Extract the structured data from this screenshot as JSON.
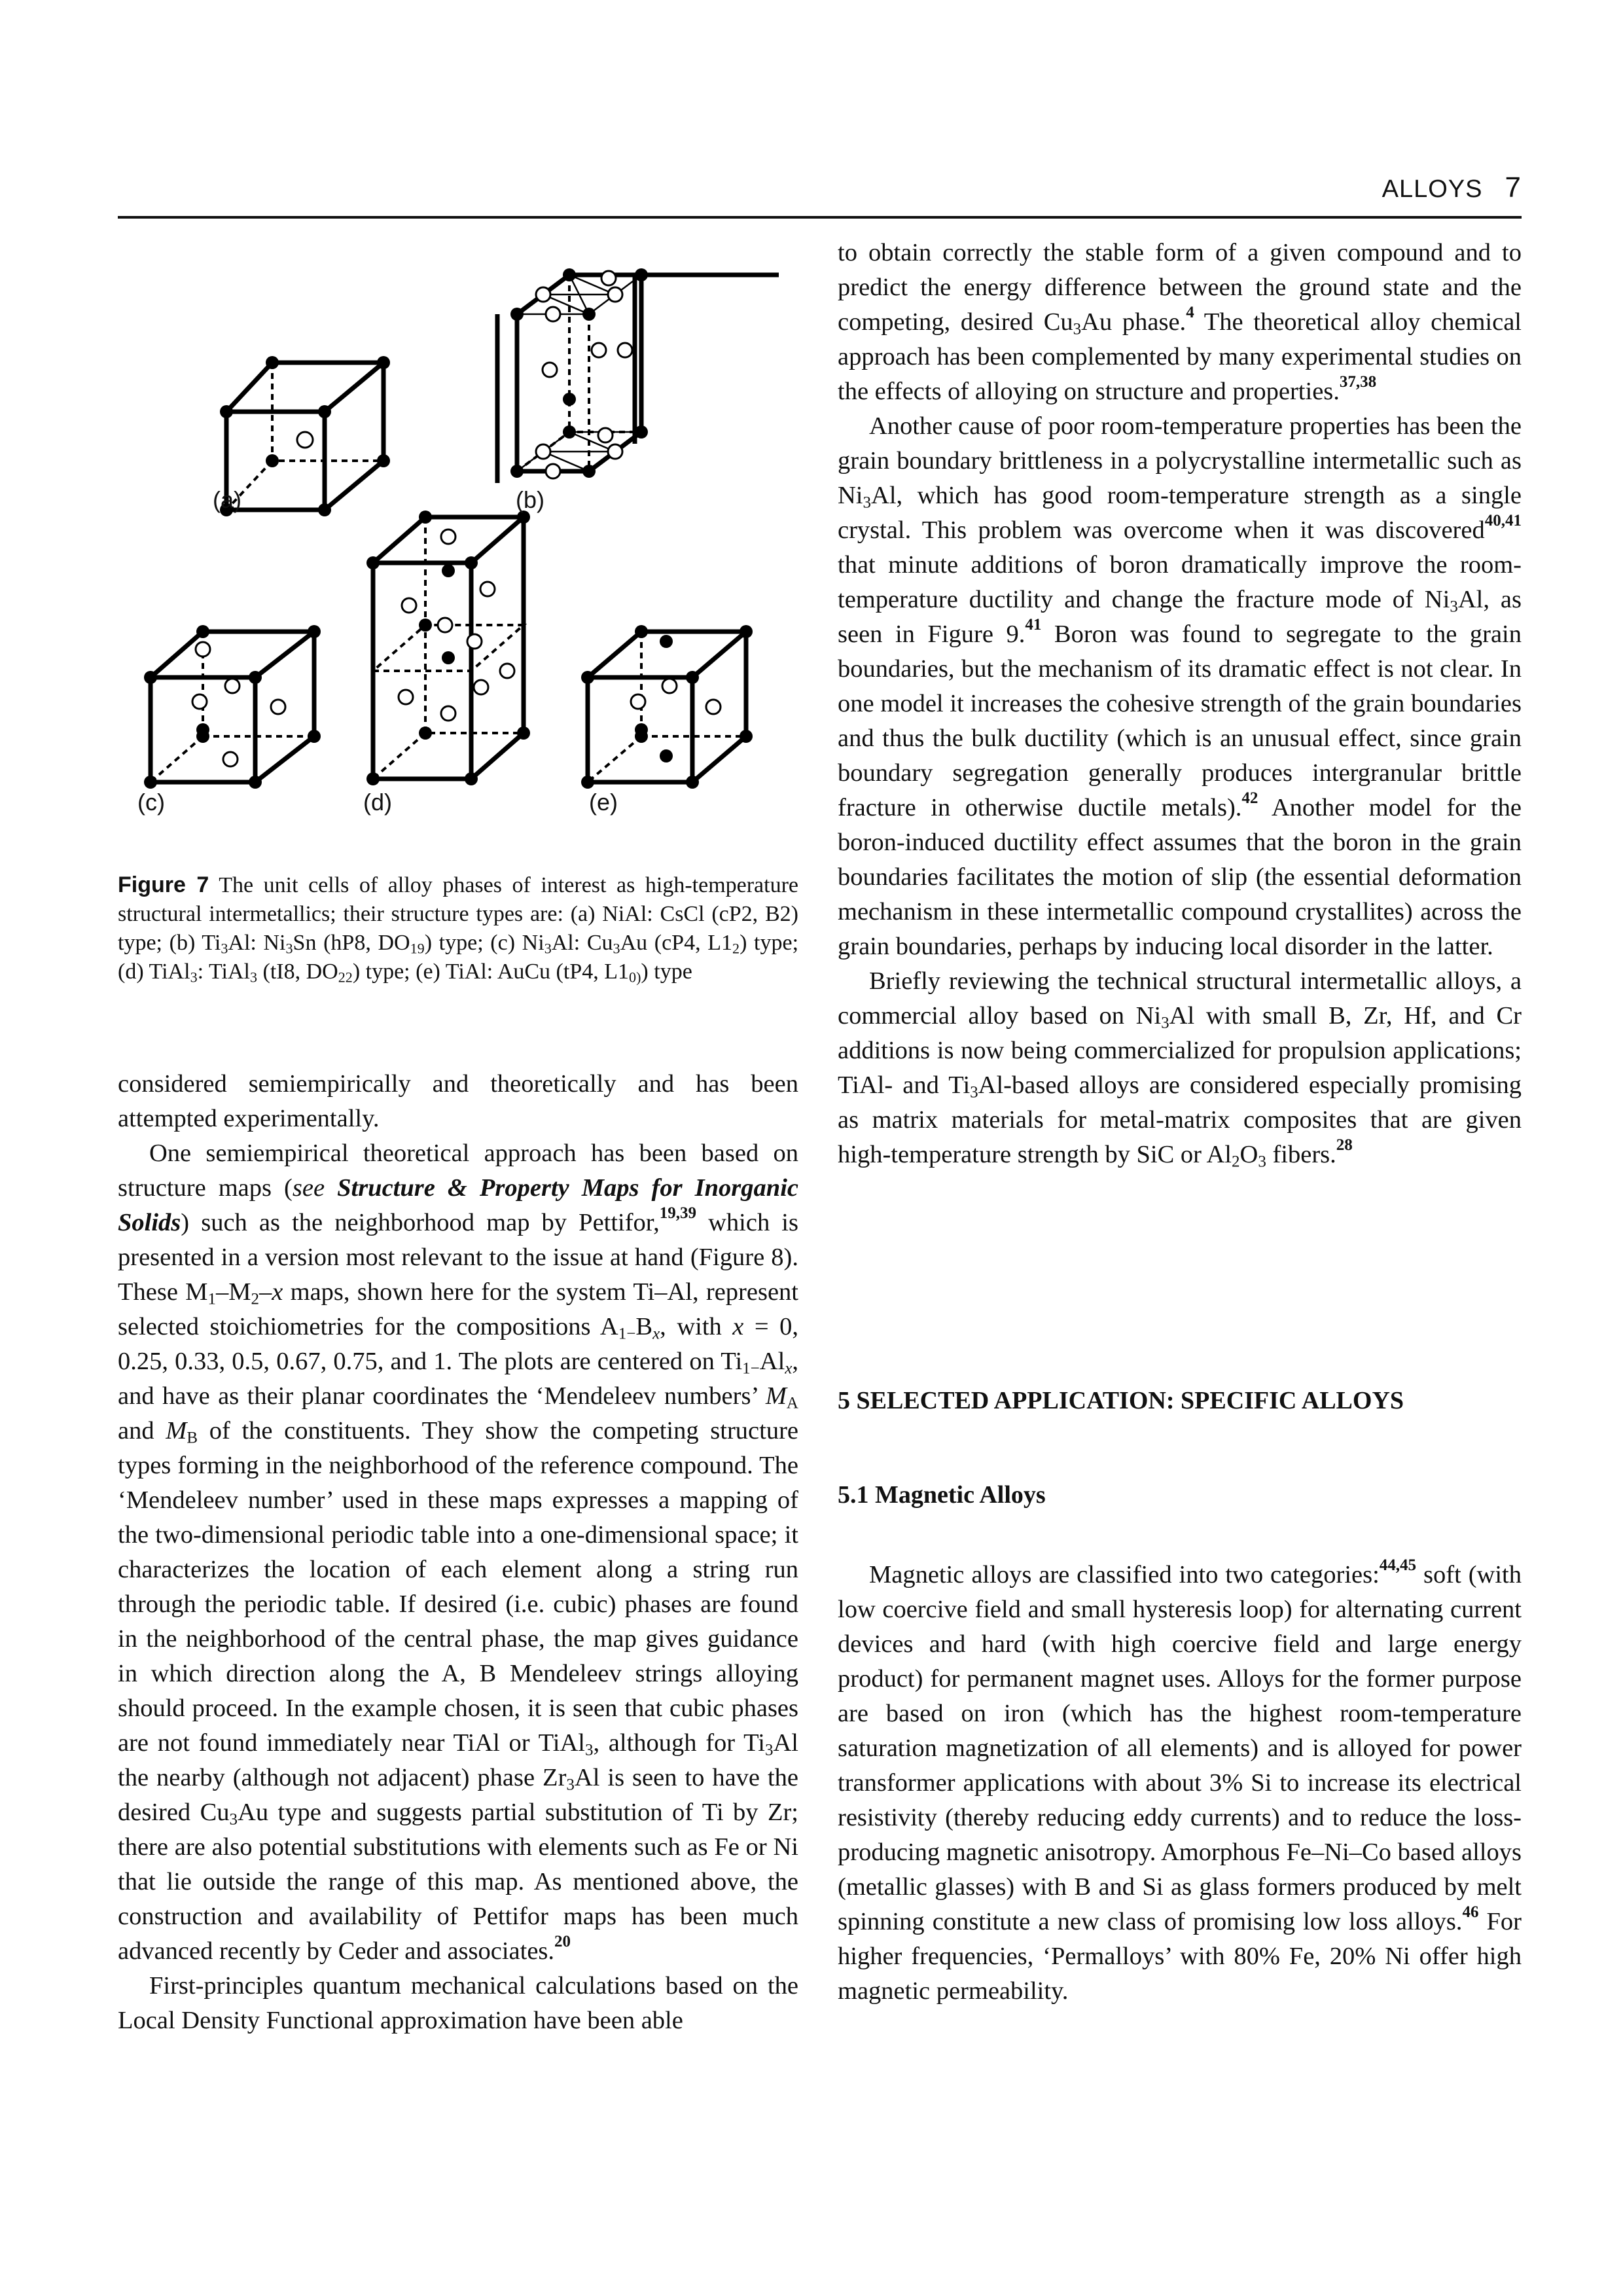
{
  "header": {
    "section": "ALLOYS",
    "page_number": "7"
  },
  "figure": {
    "panel_labels": [
      "(a)",
      "(b)",
      "(c)",
      "(d)",
      "(e)"
    ],
    "caption_tag": "Figure 7",
    "caption_text_1": "The unit cells of alloy phases of interest as high-temperature structural intermetallics; their structure types are: (a) NiAl: CsCl (cP2, B2) type; (b) Ti",
    "caption_text_2": "Al: Ni",
    "caption_text_3": "Sn (hP8, DO",
    "caption_text_4": ") type; (c) Ni",
    "caption_text_5": "Al: Cu",
    "caption_text_6": "Au (cP4, L1",
    "caption_text_7": ") type; (d) TiAl",
    "caption_text_8": ": TiAl",
    "caption_text_9": " (tI8, DO",
    "caption_text_10": ") type; (e) TiAl: AuCu (tP4, L1",
    "caption_text_11": ") type",
    "sub_3": "3",
    "sub_19": "19",
    "sub_2": "2",
    "sub_22": "22",
    "sub_0": "0)"
  },
  "left_column": {
    "p1": "considered semiempirically and theoretically and has been attempted experimentally.",
    "p2_a": "One semiempirical theoretical approach has been based on structure maps (",
    "p2_see": "see",
    "p2_link": "Structure & Property Maps for Inorganic Solids",
    "p2_b": ") such as the neighborhood map by Pettifor,",
    "p2_ref1": "19,39",
    "p2_c": " which is presented in a version most relevant to the issue at hand (Figure 8). These M",
    "p2_d": "–M",
    "p2_e": "–",
    "p2_x": "x",
    "p2_f": " maps, shown here for the system Ti–Al, represent selected stoichiometries for the compositions A",
    "p2_g": "B",
    "p2_h": ", with ",
    "p2_i": " = 0, 0.25, 0.33, 0.5, 0.67, 0.75, and 1. The plots are centered on Ti",
    "p2_j": "Al",
    "p2_k": ", and have as their planar coordinates the ‘Mendeleev numbers’ ",
    "p2_MA": "M",
    "p2_A": "A",
    "p2_and": " and ",
    "p2_B": "B",
    "p2_l": " of the constituents. They show the competing structure types forming in the neighborhood of the reference compound. The ‘Mendeleev number’ used in these maps expresses a mapping of the two-dimensional periodic table into a one-dimensional space; it characterizes the location of each element along a string run through the periodic table. If desired (i.e. cubic) phases are found in the neighborhood of the central phase, the map gives guidance in which direction along the A, B Mendeleev strings alloying should proceed. In the example chosen, it is seen that cubic phases are not found immediately near TiAl or TiAl",
    "p2_m": ", although for Ti",
    "p2_n": "Al the nearby (although not adjacent) phase Zr",
    "p2_o": "Al is seen to have the desired Cu",
    "p2_p": "Au type and suggests partial substitution of Ti by Zr; there are also potential substitutions with elements such as Fe or Ni that lie outside the range of this map. As mentioned above, the construction and availability of Pettifor maps has been much advanced recently by Ceder and associates.",
    "p2_ref2": "20",
    "sub_1": "1",
    "sub_2": "2",
    "sub_3": "3",
    "sub_1mx": "1−",
    "sub_x": "x",
    "p3": "First-principles quantum mechanical calculations based on the Local Density Functional approximation have been able"
  },
  "right_column": {
    "p1_a": "to obtain correctly the stable form of a given compound and to predict the energy difference between the ground state and the competing, desired Cu",
    "p1_b": "Au phase.",
    "p1_ref1": "4",
    "p1_c": " The theoretical alloy chemical approach has been complemented by many experimental studies on the effects of alloying on structure and properties.",
    "p1_ref2": "37,38",
    "p2_a": "Another cause of poor room-temperature properties has been the grain boundary brittleness in a polycrystalline intermetallic such as Ni",
    "p2_b": "Al, which has good room-temperature strength as a single crystal. This problem was overcome when it was discovered",
    "p2_ref1": "40,41",
    "p2_c": " that minute additions of boron dramatically improve the room-temperature ductility and change the fracture mode of Ni",
    "p2_d": "Al, as seen in Figure 9.",
    "p2_ref2": "41",
    "p2_e": " Boron was found to segregate to the grain boundaries, but the mechanism of its dramatic effect is not clear. In one model it increases the cohesive strength of the grain boundaries and thus the bulk ductility (which is an unusual effect, since grain boundary segregation generally produces intergranular brittle fracture in otherwise ductile metals).",
    "p2_ref3": "42",
    "p2_f": " Another model for the boron-induced ductility effect assumes that the boron in the grain boundaries facilitates the motion of slip (the essential deformation mechanism in these intermetallic compound crystallites) across the grain boundaries, perhaps by inducing local disorder in the latter.",
    "p3_a": "Briefly reviewing the technical structural intermetallic alloys, a commercial alloy based on Ni",
    "p3_b": "Al with small B, Zr, Hf, and Cr additions is now being commercialized for propulsion applications; TiAl- and Ti",
    "p3_c": "Al-based alloys are considered especially promising as matrix materials for metal-matrix composites that are given high-temperature strength by SiC or Al",
    "p3_d": "O",
    "p3_e": " fibers.",
    "p3_ref": "28",
    "sub_2": "2",
    "sub_3": "3",
    "section_5": "5  SELECTED APPLICATION: SPECIFIC ALLOYS",
    "section_51": "5.1  Magnetic Alloys",
    "p4_a": "Magnetic alloys are classified into two categories:",
    "p4_ref1": "44,45",
    "p4_b": " soft (with low coercive field and small hysteresis loop) for alternating current devices and hard (with high coercive field and large energy product) for permanent magnet uses. Alloys for the former purpose are based on iron (which has the highest room-temperature saturation magnetization of all elements) and is alloyed for power transformer applications with about 3% Si to increase its electrical resistivity (thereby reducing eddy currents) and to reduce the loss-producing magnetic anisotropy. Amorphous Fe–Ni–Co based alloys (metallic glasses) with B and Si as glass formers produced by melt spinning constitute a new class of promising low loss alloys.",
    "p4_ref2": "46",
    "p4_c": " For higher frequencies, ‘Permalloys’ with 80% Fe, 20% Ni offer high magnetic permeability."
  }
}
